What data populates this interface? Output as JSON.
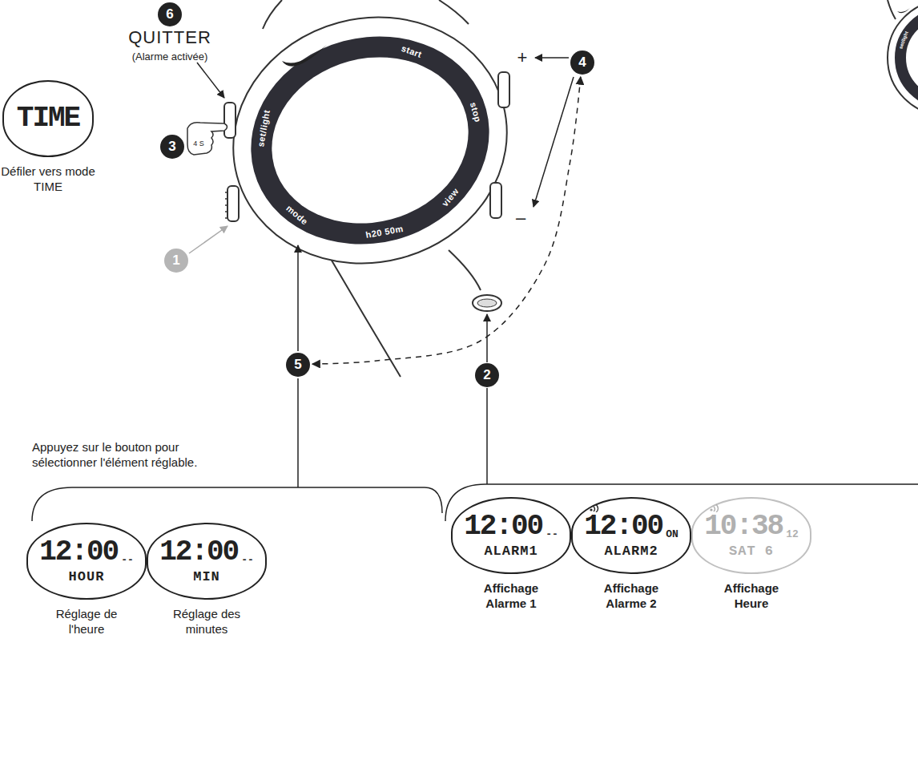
{
  "diagram": {
    "nodes": [
      {
        "text": [
          "6"
        ]
      },
      {
        "text": [
          "4"
        ]
      },
      {
        "text": [
          "3"
        ]
      },
      {
        "text": [
          "1"
        ]
      },
      {
        "text": [
          "5"
        ]
      },
      {
        "text": [
          "2"
        ]
      },
      {
        "text": [
          "TIME",
          "Défiler vers mode TIME"
        ]
      },
      {
        "text": [
          "12:00",
          "--",
          "ALARM1",
          "Affichage Alarme 1"
        ]
      },
      {
        "text": [
          "12:00",
          "ON",
          "ALARM2",
          "Affichage Alarme 2"
        ]
      },
      {
        "text": [
          "10:38",
          "12",
          "SAT 6",
          "Affichage Heure"
        ]
      },
      {
        "text": [
          "12:00",
          "--",
          "HOUR",
          "Réglage de l'heure"
        ]
      },
      {
        "text": [
          "12:00",
          "--",
          "MIN",
          "Réglage des minutes"
        ]
      }
    ],
    "edges": [
      {
        "from": 1,
        "to": 4,
        "arrow": "both"
      }
    ],
    "labels": [
      "QUITTER",
      "(Alarme activée)",
      "+",
      "–",
      "4 S",
      "Appuyez sur le bouton pour sélectionner l'élément réglable.",
      "set/light",
      "start",
      "stop",
      "view",
      "h20 50m",
      "mode",
      "set/light"
    ]
  }
}
